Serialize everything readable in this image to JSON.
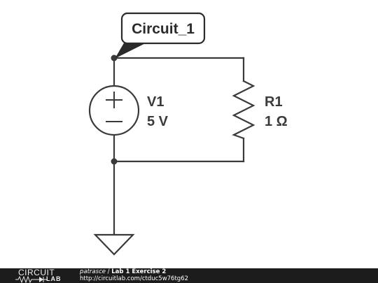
{
  "net_label": "Circuit_1",
  "components": {
    "source": {
      "name": "V1",
      "value": "5 V"
    },
    "resistor": {
      "name": "R1",
      "value": "1 Ω"
    }
  },
  "source_symbols": {
    "plus": "+",
    "minus": "−"
  },
  "footer": {
    "logo_top": "CIRCUIT",
    "logo_bottom": "LAB",
    "author": "patrasce",
    "separator": " / ",
    "title": "Lab 1 Exercise 2",
    "url": "http://circuitlab.com/ctduc5w76tg62"
  },
  "colors": {
    "wire": "#3a3a3a",
    "footer_bg": "#1c1c1c"
  }
}
